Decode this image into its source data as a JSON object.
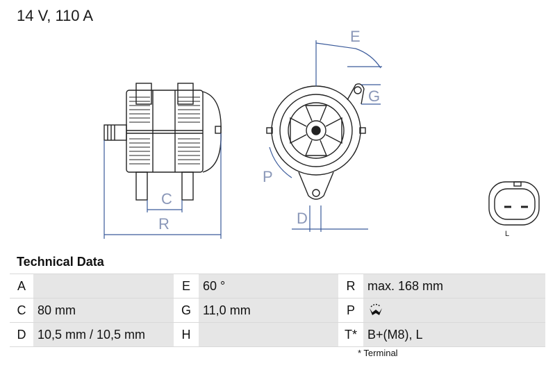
{
  "header": {
    "title": "14 V, 110 A"
  },
  "drawing": {
    "dimension_labels": {
      "C": "C",
      "R": "R",
      "E": "E",
      "G": "G",
      "P": "P",
      "D": "D"
    },
    "connector_label": "L"
  },
  "technical_data": {
    "heading": "Technical Data",
    "rows": [
      [
        {
          "key": "A",
          "value": ""
        },
        {
          "key": "E",
          "value": "60 °"
        },
        {
          "key": "R",
          "value": "max. 168 mm"
        }
      ],
      [
        {
          "key": "C",
          "value": "80 mm"
        },
        {
          "key": "G",
          "value": "11,0 mm"
        },
        {
          "key": "P",
          "value": ""
        }
      ],
      [
        {
          "key": "D",
          "value": "10,5 mm / 10,5 mm"
        },
        {
          "key": "H",
          "value": ""
        },
        {
          "key": "T*",
          "value": "B+(M8), L"
        }
      ]
    ],
    "footnote": "* Terminal"
  },
  "colors": {
    "dimension": "#3a5a9a",
    "table_fill": "#e6e6e6"
  }
}
